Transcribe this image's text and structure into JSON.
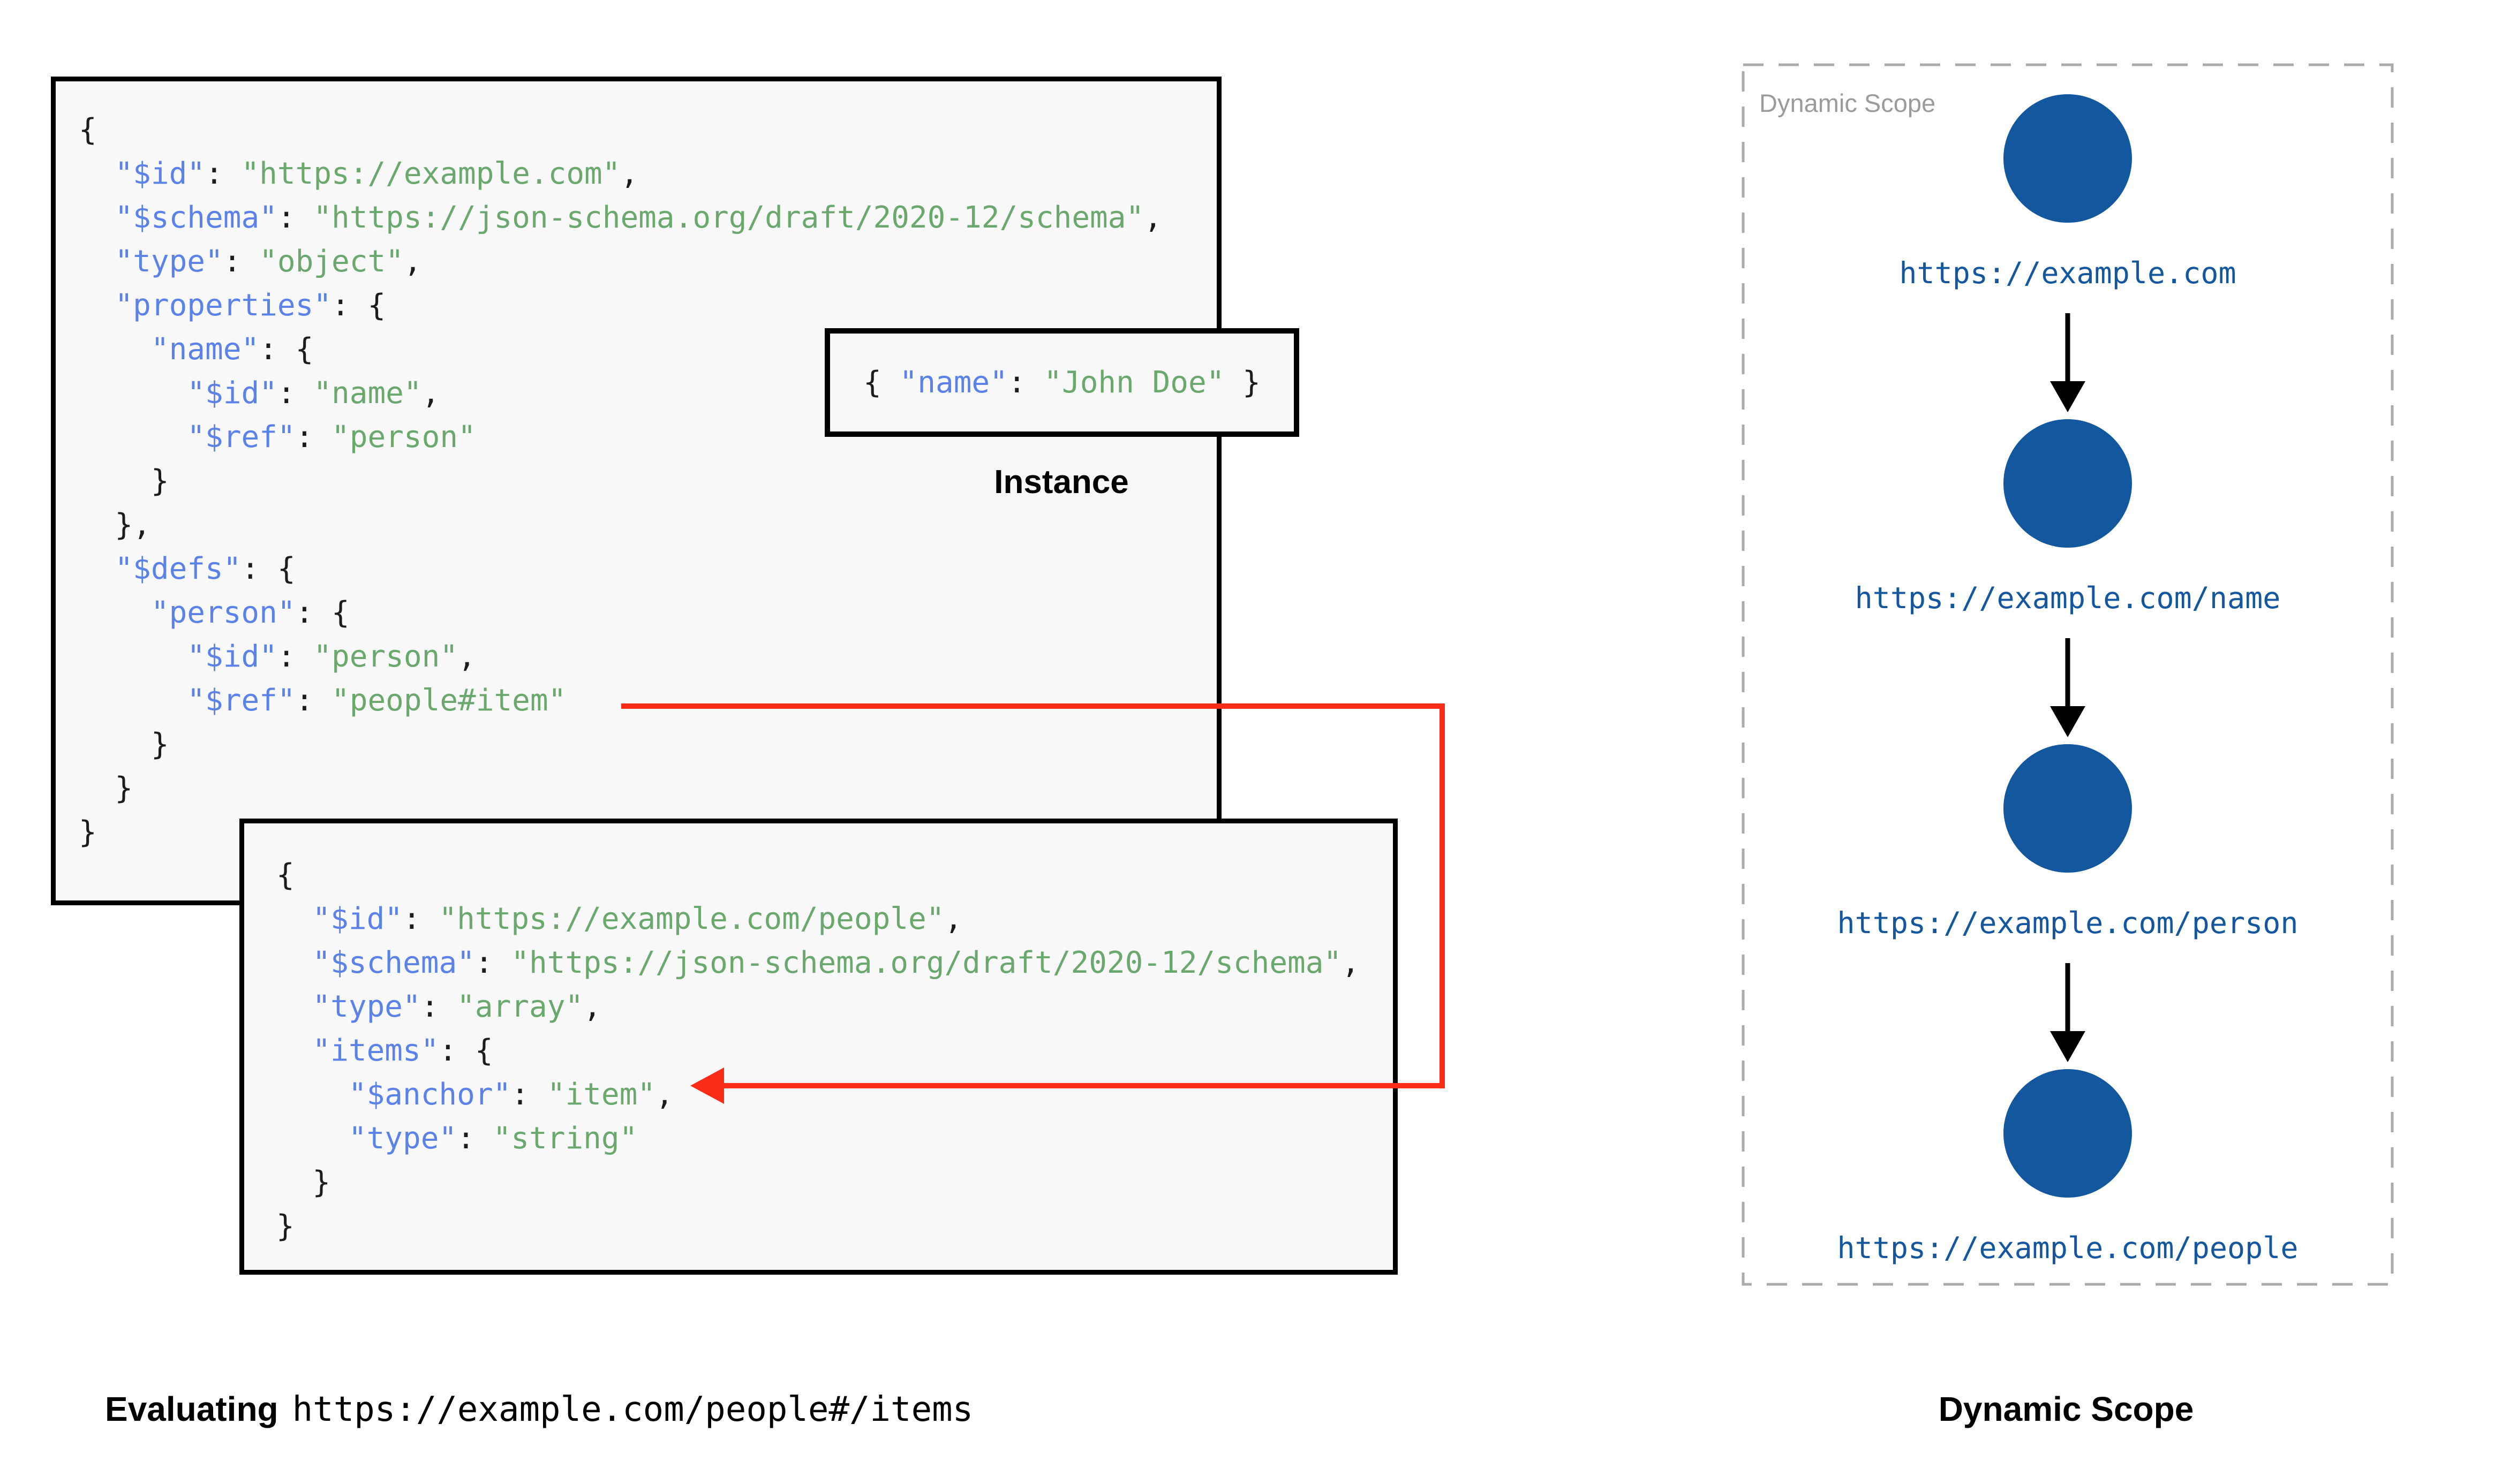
{
  "palette": {
    "box_bg": "#f8f8f8",
    "border_black": "#000000",
    "punct_black": "#1c1c1c",
    "key_blue": "#5a82e8",
    "string_green": "#6aa86e",
    "node_blue": "#13589e",
    "url_blue": "#14579f",
    "red": "#fb2c18",
    "gray_label": "#9b9b9b",
    "dash_gray": "#ababab"
  },
  "schema1": {
    "lines": [
      [
        {
          "t": "p",
          "v": "{"
        }
      ],
      [
        {
          "t": "p",
          "v": "  "
        },
        {
          "t": "k",
          "v": "\"$id\""
        },
        {
          "t": "p",
          "v": ": "
        },
        {
          "t": "s",
          "v": "\"https://example.com\""
        },
        {
          "t": "p",
          "v": ","
        }
      ],
      [
        {
          "t": "p",
          "v": "  "
        },
        {
          "t": "k",
          "v": "\"$schema\""
        },
        {
          "t": "p",
          "v": ": "
        },
        {
          "t": "s",
          "v": "\"https://json-schema.org/draft/2020-12/schema\""
        },
        {
          "t": "p",
          "v": ","
        }
      ],
      [
        {
          "t": "p",
          "v": "  "
        },
        {
          "t": "k",
          "v": "\"type\""
        },
        {
          "t": "p",
          "v": ": "
        },
        {
          "t": "s",
          "v": "\"object\""
        },
        {
          "t": "p",
          "v": ","
        }
      ],
      [
        {
          "t": "p",
          "v": "  "
        },
        {
          "t": "k",
          "v": "\"properties\""
        },
        {
          "t": "p",
          "v": ": {"
        }
      ],
      [
        {
          "t": "p",
          "v": "    "
        },
        {
          "t": "k",
          "v": "\"name\""
        },
        {
          "t": "p",
          "v": ": {"
        }
      ],
      [
        {
          "t": "p",
          "v": "      "
        },
        {
          "t": "k",
          "v": "\"$id\""
        },
        {
          "t": "p",
          "v": ": "
        },
        {
          "t": "s",
          "v": "\"name\""
        },
        {
          "t": "p",
          "v": ","
        }
      ],
      [
        {
          "t": "p",
          "v": "      "
        },
        {
          "t": "k",
          "v": "\"$ref\""
        },
        {
          "t": "p",
          "v": ": "
        },
        {
          "t": "s",
          "v": "\"person\""
        }
      ],
      [
        {
          "t": "p",
          "v": "    }"
        }
      ],
      [
        {
          "t": "p",
          "v": "  },"
        }
      ],
      [
        {
          "t": "p",
          "v": "  "
        },
        {
          "t": "k",
          "v": "\"$defs\""
        },
        {
          "t": "p",
          "v": ": {"
        }
      ],
      [
        {
          "t": "p",
          "v": "    "
        },
        {
          "t": "k",
          "v": "\"person\""
        },
        {
          "t": "p",
          "v": ": {"
        }
      ],
      [
        {
          "t": "p",
          "v": "      "
        },
        {
          "t": "k",
          "v": "\"$id\""
        },
        {
          "t": "p",
          "v": ": "
        },
        {
          "t": "s",
          "v": "\"person\""
        },
        {
          "t": "p",
          "v": ","
        }
      ],
      [
        {
          "t": "p",
          "v": "      "
        },
        {
          "t": "k",
          "v": "\"$ref\""
        },
        {
          "t": "p",
          "v": ": "
        },
        {
          "t": "s",
          "v": "\"people#item\""
        }
      ],
      [
        {
          "t": "p",
          "v": "    }"
        }
      ],
      [
        {
          "t": "p",
          "v": "  }"
        }
      ],
      [
        {
          "t": "p",
          "v": "}"
        }
      ]
    ]
  },
  "instance": {
    "label": "Instance",
    "lines": [
      [
        {
          "t": "p",
          "v": "{ "
        },
        {
          "t": "k",
          "v": "\"name\""
        },
        {
          "t": "p",
          "v": ": "
        },
        {
          "t": "s",
          "v": "\"John Doe\""
        },
        {
          "t": "p",
          "v": " }"
        }
      ]
    ]
  },
  "schema2": {
    "lines": [
      [
        {
          "t": "p",
          "v": "{"
        }
      ],
      [
        {
          "t": "p",
          "v": "  "
        },
        {
          "t": "k",
          "v": "\"$id\""
        },
        {
          "t": "p",
          "v": ": "
        },
        {
          "t": "s",
          "v": "\"https://example.com/people\""
        },
        {
          "t": "p",
          "v": ","
        }
      ],
      [
        {
          "t": "p",
          "v": "  "
        },
        {
          "t": "k",
          "v": "\"$schema\""
        },
        {
          "t": "p",
          "v": ": "
        },
        {
          "t": "s",
          "v": "\"https://json-schema.org/draft/2020-12/schema\""
        },
        {
          "t": "p",
          "v": ","
        }
      ],
      [
        {
          "t": "p",
          "v": "  "
        },
        {
          "t": "k",
          "v": "\"type\""
        },
        {
          "t": "p",
          "v": ": "
        },
        {
          "t": "s",
          "v": "\"array\""
        },
        {
          "t": "p",
          "v": ","
        }
      ],
      [
        {
          "t": "p",
          "v": "  "
        },
        {
          "t": "k",
          "v": "\"items\""
        },
        {
          "t": "p",
          "v": ": {"
        }
      ],
      [
        {
          "t": "p",
          "v": "    "
        },
        {
          "t": "k",
          "v": "\"$anchor\""
        },
        {
          "t": "p",
          "v": ": "
        },
        {
          "t": "s",
          "v": "\"item\""
        },
        {
          "t": "p",
          "v": ","
        }
      ],
      [
        {
          "t": "p",
          "v": "    "
        },
        {
          "t": "k",
          "v": "\"type\""
        },
        {
          "t": "p",
          "v": ": "
        },
        {
          "t": "s",
          "v": "\"string\""
        }
      ],
      [
        {
          "t": "p",
          "v": "  }"
        }
      ],
      [
        {
          "t": "p",
          "v": "}"
        }
      ]
    ]
  },
  "dynamic_scope": {
    "watermark": "Dynamic Scope",
    "caption": "Dynamic Scope",
    "nodes": [
      {
        "label": "https://example.com"
      },
      {
        "label": "https://example.com/name"
      },
      {
        "label": "https://example.com/person"
      },
      {
        "label": "https://example.com/people"
      }
    ]
  },
  "caption_left": {
    "bold": "Evaluating",
    "mono": "https://example.com/people#/items"
  }
}
